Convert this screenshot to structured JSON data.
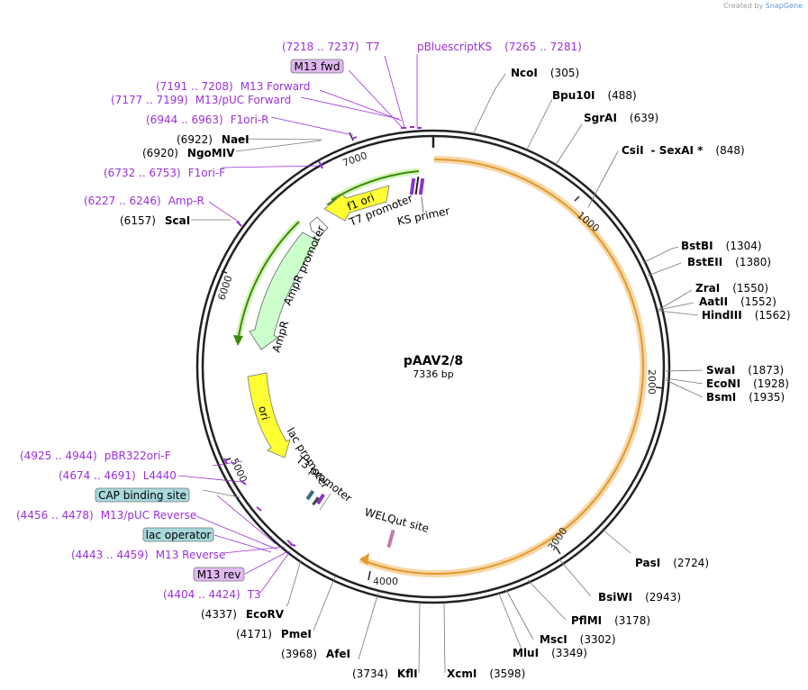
{
  "credit": {
    "prefix": "Created by",
    "brand": "SnapGene"
  },
  "plasmid": {
    "name": "pAAV2/8",
    "length_label": "7336 bp",
    "length": 7336
  },
  "ticks": [
    "1000",
    "2000",
    "3000",
    "4000",
    "5000",
    "6000",
    "7000"
  ],
  "colors": {
    "primer": "#9b30d9",
    "enzyme": "#000000",
    "feature_yellow": "#ffff00",
    "feature_green": "#ccffcc",
    "arrow_green": "#4a9a10",
    "orange": "#f0a030",
    "callout_purple": "#d9b3ee",
    "callout_blue": "#9fd4d8"
  },
  "enzymes": [
    {
      "name": "NcoI",
      "pos": "(305)"
    },
    {
      "name": "Bpu10I",
      "pos": "(488)"
    },
    {
      "name": "SgrAI",
      "pos": "(639)"
    },
    {
      "name": "CsiI",
      "name2": "- SexAI *",
      "pos": "(848)"
    },
    {
      "name": "BstBI",
      "pos": "(1304)"
    },
    {
      "name": "BstEII",
      "pos": "(1380)"
    },
    {
      "name": "ZraI",
      "pos": "(1550)"
    },
    {
      "name": "AatII",
      "pos": "(1552)"
    },
    {
      "name": "HindIII",
      "pos": "(1562)"
    },
    {
      "name": "SwaI",
      "pos": "(1873)"
    },
    {
      "name": "EcoNI",
      "pos": "(1928)"
    },
    {
      "name": "BsmI",
      "pos": "(1935)"
    },
    {
      "name": "PasI",
      "pos": "(2724)"
    },
    {
      "name": "BsiWI",
      "pos": "(2943)"
    },
    {
      "name": "PflMI",
      "pos": "(3178)"
    },
    {
      "name": "MscI",
      "pos": "(3302)"
    },
    {
      "name": "MluI",
      "pos": "(3349)"
    },
    {
      "name": "XcmI",
      "pos": "(3598)"
    },
    {
      "name": "KflI",
      "pos": "(3734)"
    },
    {
      "name": "AfeI",
      "pos": "(3968)"
    },
    {
      "name": "PmeI",
      "pos": "(4171)"
    },
    {
      "name": "EcoRV",
      "pos": "(4337)"
    },
    {
      "name": "ScaI",
      "pos": "(6157)"
    },
    {
      "name": "NgoMIV",
      "pos": "(6920)"
    },
    {
      "name": "NaeI",
      "pos": "(6922)"
    }
  ],
  "primers": [
    {
      "name": "T7",
      "range": "(7218 .. 7237)"
    },
    {
      "name": "pBluescriptKS",
      "range": "(7265 .. 7281)"
    },
    {
      "name": "M13 Forward",
      "range": "(7191 .. 7208)"
    },
    {
      "name": "M13/pUC Forward",
      "range": "(7177 .. 7199)"
    },
    {
      "name": "F1ori-R",
      "range": "(6944 .. 6963)"
    },
    {
      "name": "F1ori-F",
      "range": "(6732 .. 6753)"
    },
    {
      "name": "Amp-R",
      "range": "(6227 .. 6246)"
    },
    {
      "name": "pBR322ori-F",
      "range": "(4925 .. 4944)"
    },
    {
      "name": "L4440",
      "range": "(4674 .. 4691)"
    },
    {
      "name": "M13/pUC Reverse",
      "range": "(4456 .. 4478)"
    },
    {
      "name": "M13 Reverse",
      "range": "(4443 .. 4459)"
    },
    {
      "name": "T3",
      "range": "(4404 .. 4424)"
    }
  ],
  "callouts": {
    "m13fwd": "M13 fwd",
    "cap": "CAP binding site",
    "lacop": "lac operator",
    "m13rev": "M13 rev"
  },
  "features": {
    "f1ori": "f1 ori",
    "t7prom": "T7 promoter",
    "ksprimer": "KS primer",
    "amprprom": "AmpR promoter",
    "ampr": "AmpR",
    "ori": "ori",
    "lacprom": "lac promoter",
    "t3prom": "T3 promoter",
    "welqut": "WELQut site"
  }
}
